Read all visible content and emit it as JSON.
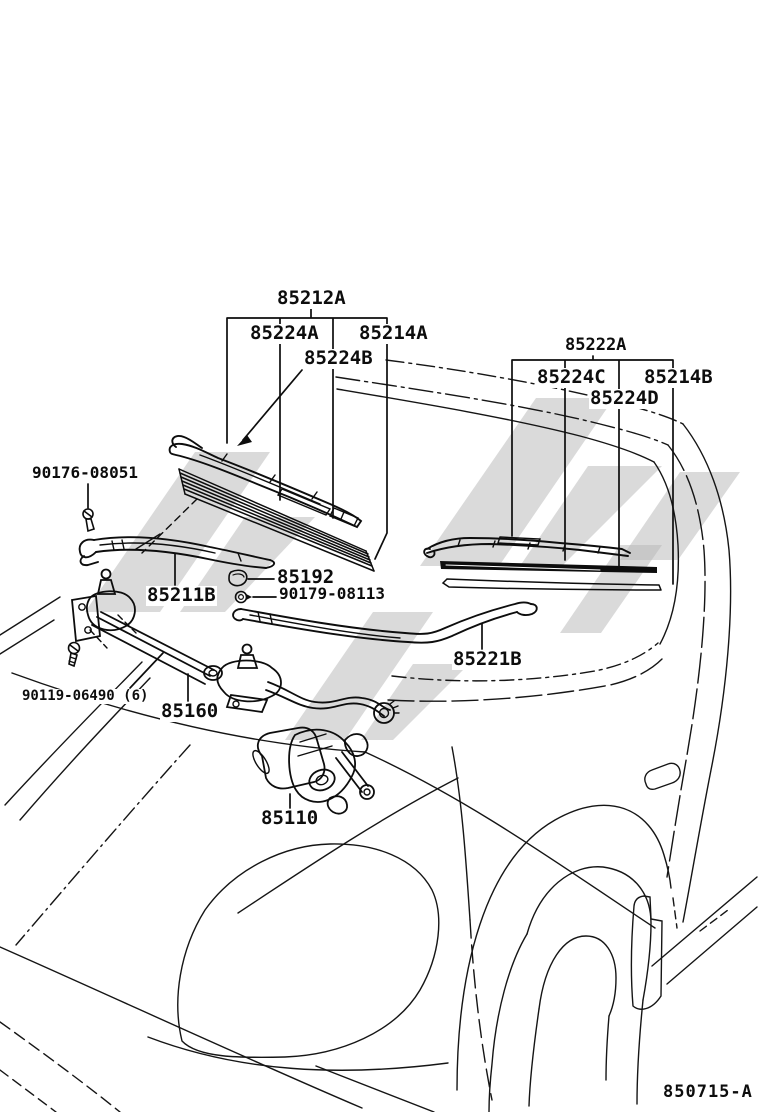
{
  "page": {
    "figure_code": "850715-A",
    "labels": {
      "l85212a": "85212A",
      "l85224a": "85224A",
      "l85214a": "85214A",
      "l85224b": "85224B",
      "l85222a": "85222A",
      "l85224c": "85224C",
      "l85214b": "85214B",
      "l85224d": "85224D",
      "l90176": "90176-08051",
      "l85192": "85192",
      "l90179": "90179-08113",
      "l85211b": "85211B",
      "l85221b": "85221B",
      "l90119": "90119-06490 (6)",
      "l85160": "85160",
      "l85110": "85110"
    },
    "colors": {
      "ink": "#0d0d0d",
      "watermark": "#b5b5b5",
      "background": "#ffffff"
    }
  }
}
